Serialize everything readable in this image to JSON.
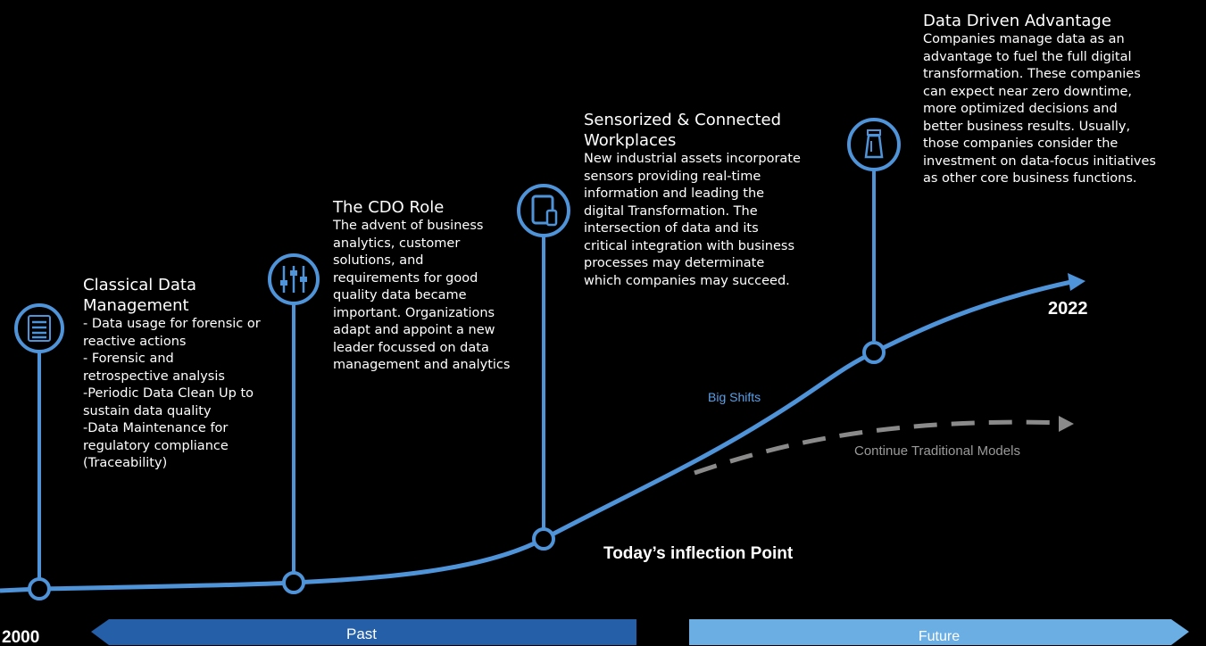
{
  "milestones": [
    {
      "title": "Classical Data\nManagement",
      "body": "- Data usage for forensic or\nreactive actions\n- Forensic and\nretrospective analysis\n-Periodic Data Clean Up to\nsustain data quality\n-Data Maintenance for\nregulatory compliance\n(Traceability)",
      "icon": "list-icon"
    },
    {
      "title": "The CDO Role",
      "body": "The advent of business\nanalytics, customer\nsolutions, and\nrequirements for good\nquality data became\nimportant. Organizations\nadapt and appoint a new\nleader focussed on data\nmanagement and analytics",
      "icon": "sliders-icon"
    },
    {
      "title": "Sensorized  & Connected\nWorkplaces",
      "body": "New industrial assets incorporate\nsensors providing real-time\ninformation and leading the\ndigital Transformation.  The\nintersection of data and its\ncritical integration with business\nprocesses may determinate\nwhich companies may succeed.",
      "icon": "devices-icon"
    },
    {
      "title": "Data Driven Advantage",
      "body": "Companies manage data as an\nadvantage to fuel the full digital\ntransformation. These companies\ncan expect near zero downtime,\nmore optimized decisions and\nbetter business results. Usually,\nthose companies consider the\ninvestment on data-focus initiatives\nas other core business functions.",
      "icon": "tower-icon"
    }
  ],
  "labels": {
    "year_end": "2022",
    "year_start": "2000",
    "big_shifts": "Big Shifts",
    "traditional": "Continue Traditional Models",
    "inflection": "Today’s inflection Point",
    "past": "Past",
    "future": "Future"
  },
  "colors": {
    "curve": "#4f93d8",
    "big_shifts": "#5aa0e8",
    "dashed": "#8a8a8a",
    "past_arrow": "#245fa8",
    "future_arrow": "#6aaee4"
  }
}
